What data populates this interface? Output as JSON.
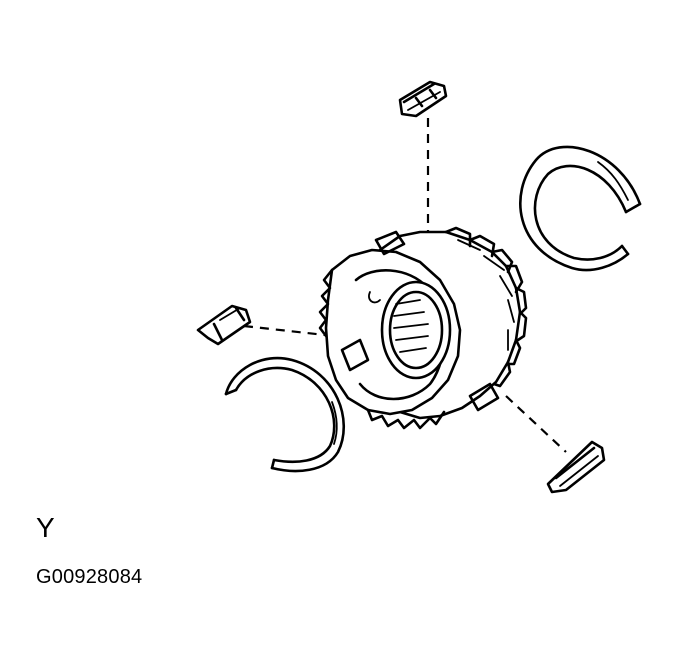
{
  "diagram": {
    "type": "exploded-view",
    "subject": "synchronizer hub assembly",
    "view_label": "Y",
    "figure_code": "G00928084",
    "components": [
      {
        "id": "hub",
        "name": "synchronizer hub"
      },
      {
        "id": "key-top",
        "name": "shifting key"
      },
      {
        "id": "key-left",
        "name": "shifting key"
      },
      {
        "id": "key-bottom-right",
        "name": "shifting key"
      },
      {
        "id": "spring-right",
        "name": "key spring"
      },
      {
        "id": "spring-left",
        "name": "key spring"
      }
    ],
    "colors": {
      "line": "#000000",
      "background": "#ffffff"
    }
  }
}
